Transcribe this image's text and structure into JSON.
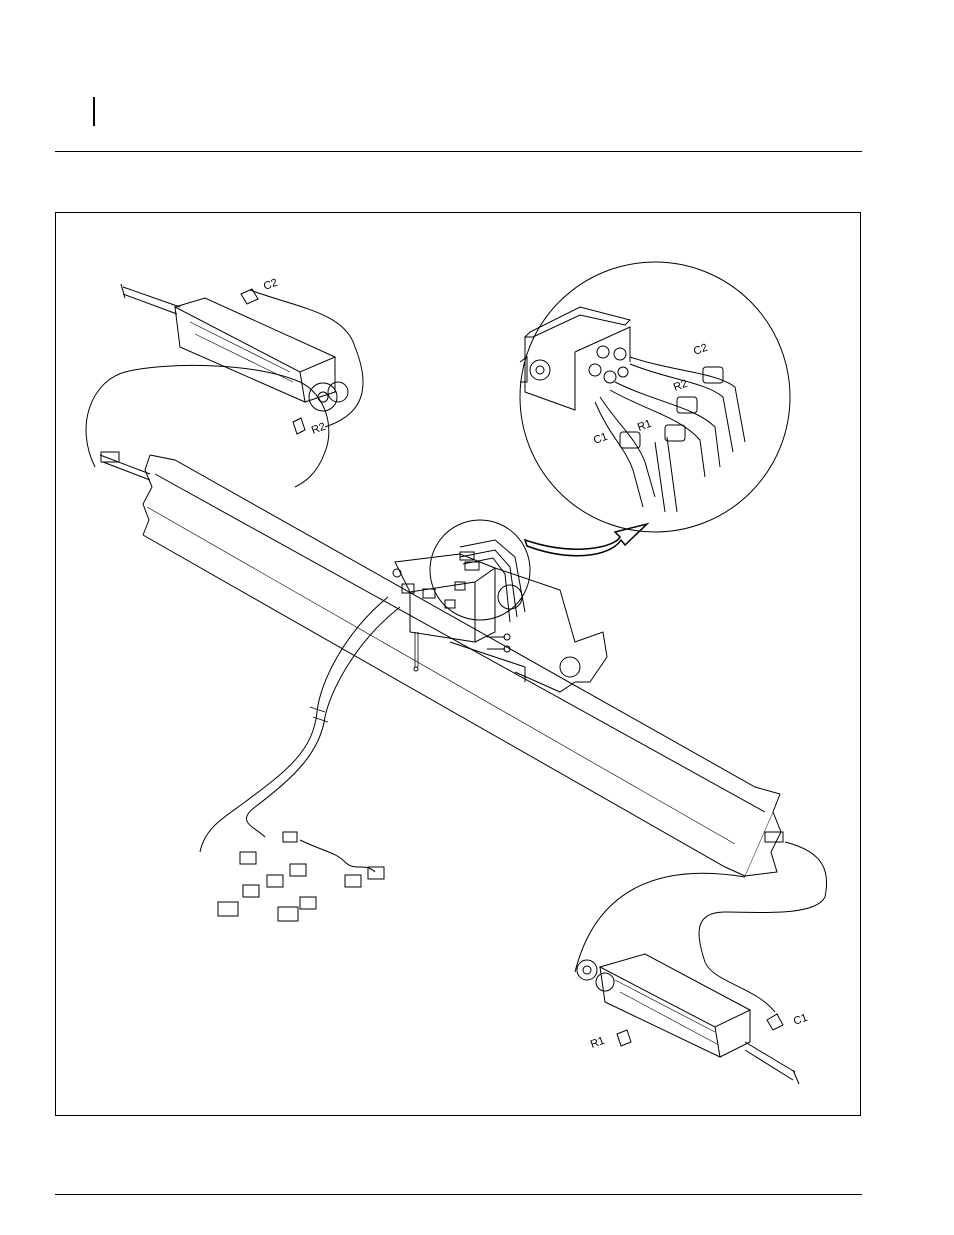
{
  "figure": {
    "callouts": {
      "c2_top": "C2",
      "r2_top": "R2",
      "c2_detail": "C2",
      "r2_detail": "R2",
      "r1_detail": "R1",
      "c1_detail": "C1",
      "r1_bottom": "R1",
      "c1_bottom": "C1"
    }
  }
}
